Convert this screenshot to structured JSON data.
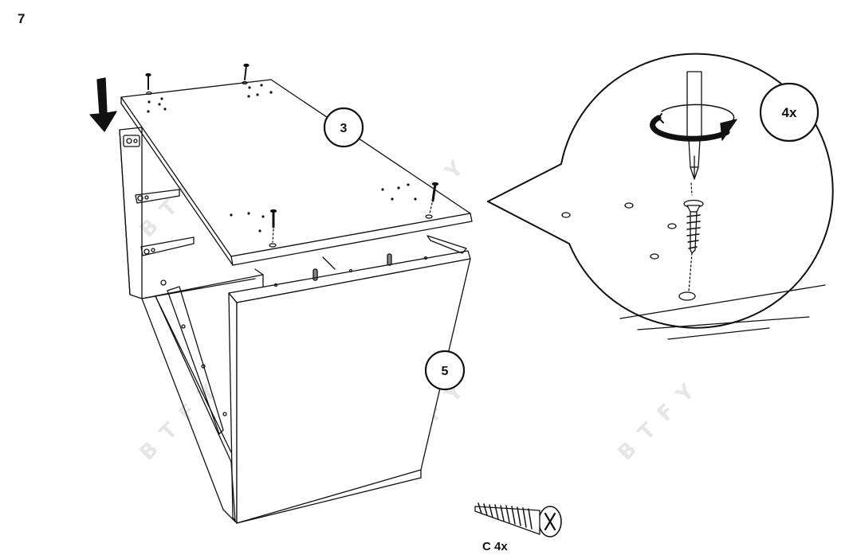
{
  "step": {
    "number": "7"
  },
  "callouts": {
    "top_panel": "3",
    "front_panel": "5",
    "quantity": "4x"
  },
  "hardware": {
    "caption": "C 4x"
  },
  "watermark": {
    "text": "BTFY"
  },
  "colors": {
    "line": "#111111",
    "watermark": "#e6e6e6",
    "background": "#ffffff"
  },
  "icons": [
    "down-arrow-icon",
    "rotate-arrow-icon",
    "screwdriver-icon",
    "screw-icon"
  ]
}
